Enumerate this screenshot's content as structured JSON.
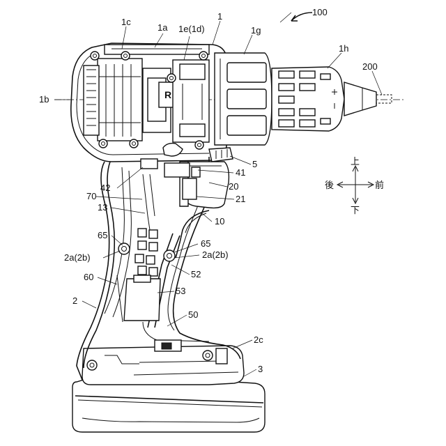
{
  "figure": {
    "ref_number": "100",
    "labels": {
      "l1": "1",
      "l1a": "1a",
      "l1b": "1b",
      "l1c": "1c",
      "l1e": "1e(1d)",
      "l1g": "1g",
      "l1h": "1h",
      "l200": "200",
      "l5": "5",
      "l41": "41",
      "l42": "42",
      "l20": "20",
      "l21": "21",
      "l70": "70",
      "l13": "13",
      "l10": "10",
      "l65a": "65",
      "l65b": "65",
      "l2aL": "2a(2b)",
      "l2aR": "2a(2b)",
      "l52": "52",
      "l60": "60",
      "l53": "53",
      "l2": "2",
      "l50": "50",
      "l2c": "2c",
      "l3": "3"
    },
    "switch_letter": "R",
    "direction": {
      "up": "上",
      "down": "下",
      "back": "後",
      "front": "前"
    }
  }
}
